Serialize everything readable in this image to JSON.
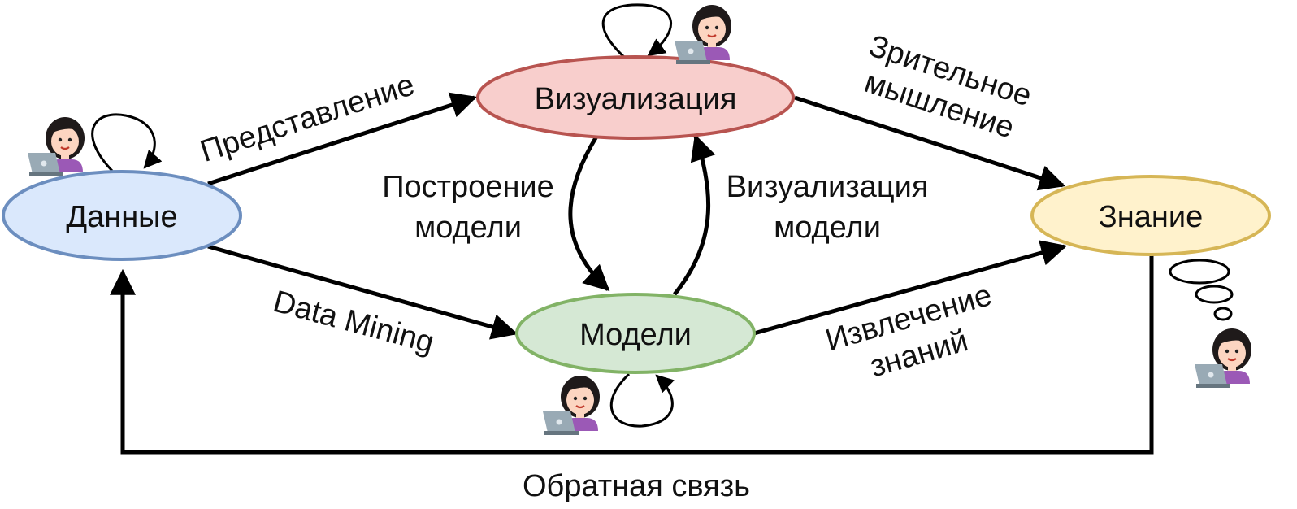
{
  "nodes": {
    "data": {
      "label": "Данные",
      "fill": "#dae8fc",
      "stroke": "#6c8ebf"
    },
    "visualization": {
      "label": "Визуализация",
      "fill": "#f8cecc",
      "stroke": "#b85450"
    },
    "models": {
      "label": "Модели",
      "fill": "#d5e8d4",
      "stroke": "#82b366"
    },
    "knowledge": {
      "label": "Знание",
      "fill": "#fff2cc",
      "stroke": "#d6b656"
    }
  },
  "edges": {
    "representation": "Представление",
    "visual_thinking": [
      "Зрительное",
      "мышление"
    ],
    "model_building": [
      "Построение",
      "модели"
    ],
    "model_visualization": [
      "Визуализация",
      "модели"
    ],
    "data_mining": "Data Mining",
    "knowledge_extraction": [
      "Извлечение",
      "знаний"
    ],
    "feedback": "Обратная связь"
  },
  "icons": [
    "person-with-laptop-icon",
    "thought-bubble-icon",
    "self-loop-icon"
  ]
}
